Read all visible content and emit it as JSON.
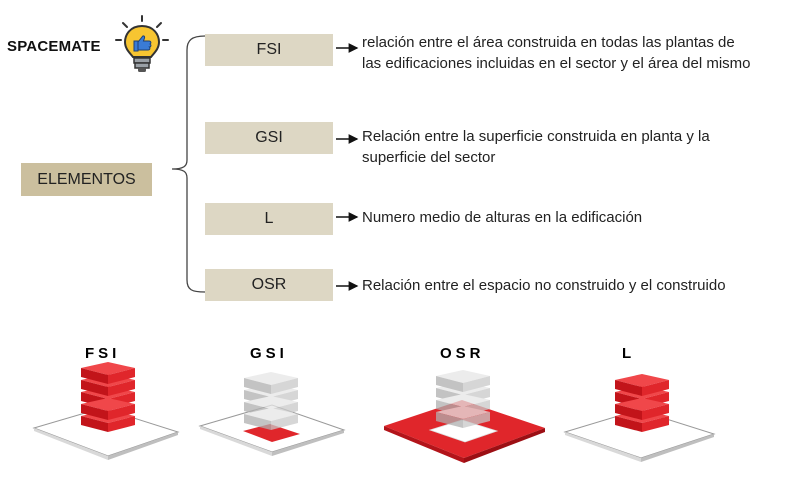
{
  "title": "SPACEMATE",
  "root": "ELEMENTOS",
  "items": [
    {
      "key": "FSI",
      "desc": [
        "relación entre el área construida en todas las plantas de",
        "las edificaciones incluidas en el sector y el área del mismo"
      ]
    },
    {
      "key": "GSI",
      "desc": [
        "Relación entre la superficie construida en planta y la",
        "superficie del sector"
      ]
    },
    {
      "key": "L",
      "desc": [
        "Numero medio de alturas en la edificación"
      ]
    },
    {
      "key": "OSR",
      "desc": [
        "Relación entre el espacio no construido y el construido"
      ]
    }
  ],
  "illustrations": [
    "FSI",
    "GSI",
    "OSR",
    "L"
  ],
  "colors": {
    "box": "#ddd7c4",
    "root_box": "#cbbf9e",
    "accent_red": "#e0262b",
    "ghost_gray": "#c9c9c9",
    "bulb_yellow": "#f7c531"
  },
  "icons": {
    "idea": "lightbulb-thumbs-up-icon"
  }
}
